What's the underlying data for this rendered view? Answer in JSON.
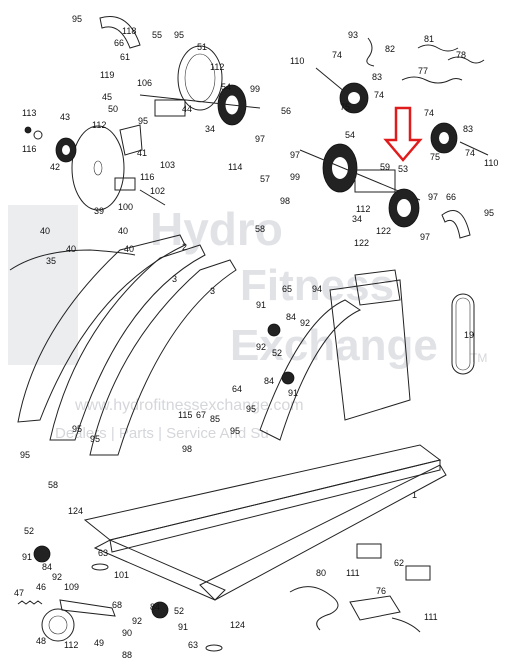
{
  "watermark": {
    "line1": "Hydro",
    "line2": "Fitness",
    "line3": "Exchange",
    "tm": "TM",
    "url": "www.hydrofitnessexchange.com",
    "tagline": "Dealers | Parts | Service And Su"
  },
  "callouts": [
    {
      "id": "95a",
      "text": "95"
    },
    {
      "id": "118",
      "text": "118"
    },
    {
      "id": "66a",
      "text": "66"
    },
    {
      "id": "61",
      "text": "61"
    },
    {
      "id": "55",
      "text": "55"
    },
    {
      "id": "95b",
      "text": "95"
    },
    {
      "id": "51",
      "text": "51"
    },
    {
      "id": "119",
      "text": "119"
    },
    {
      "id": "106",
      "text": "106"
    },
    {
      "id": "112a",
      "text": "112"
    },
    {
      "id": "45",
      "text": "45"
    },
    {
      "id": "50",
      "text": "50"
    },
    {
      "id": "95c",
      "text": "95"
    },
    {
      "id": "44",
      "text": "44"
    },
    {
      "id": "54a",
      "text": "54"
    },
    {
      "id": "99a",
      "text": "99"
    },
    {
      "id": "34a",
      "text": "34"
    },
    {
      "id": "97a",
      "text": "97"
    },
    {
      "id": "113",
      "text": "113"
    },
    {
      "id": "43",
      "text": "43"
    },
    {
      "id": "112b",
      "text": "112"
    },
    {
      "id": "116a",
      "text": "116"
    },
    {
      "id": "41",
      "text": "41"
    },
    {
      "id": "42",
      "text": "42"
    },
    {
      "id": "103",
      "text": "103"
    },
    {
      "id": "39",
      "text": "39"
    },
    {
      "id": "116b",
      "text": "116"
    },
    {
      "id": "100",
      "text": "100"
    },
    {
      "id": "102",
      "text": "102"
    },
    {
      "id": "93",
      "text": "93"
    },
    {
      "id": "82",
      "text": "82"
    },
    {
      "id": "81",
      "text": "81"
    },
    {
      "id": "78",
      "text": "78"
    },
    {
      "id": "77",
      "text": "77"
    },
    {
      "id": "110a",
      "text": "110"
    },
    {
      "id": "74a",
      "text": "74"
    },
    {
      "id": "83a",
      "text": "83"
    },
    {
      "id": "75a",
      "text": "75"
    },
    {
      "id": "74b",
      "text": "74"
    },
    {
      "id": "56",
      "text": "56"
    },
    {
      "id": "74c",
      "text": "74"
    },
    {
      "id": "83b",
      "text": "83"
    },
    {
      "id": "75b",
      "text": "75"
    },
    {
      "id": "74d",
      "text": "74"
    },
    {
      "id": "110b",
      "text": "110"
    },
    {
      "id": "97b",
      "text": "97"
    },
    {
      "id": "54b",
      "text": "54"
    },
    {
      "id": "53",
      "text": "53"
    },
    {
      "id": "59",
      "text": "59"
    },
    {
      "id": "99b",
      "text": "99"
    },
    {
      "id": "114",
      "text": "114"
    },
    {
      "id": "57",
      "text": "57"
    },
    {
      "id": "98a",
      "text": "98"
    },
    {
      "id": "34b",
      "text": "34"
    },
    {
      "id": "112c",
      "text": "112"
    },
    {
      "id": "97c",
      "text": "97"
    },
    {
      "id": "66b",
      "text": "66"
    },
    {
      "id": "97d",
      "text": "97"
    },
    {
      "id": "95d",
      "text": "95"
    },
    {
      "id": "40a",
      "text": "40"
    },
    {
      "id": "40b",
      "text": "40"
    },
    {
      "id": "40c",
      "text": "40"
    },
    {
      "id": "40d",
      "text": "40"
    },
    {
      "id": "35",
      "text": "35"
    },
    {
      "id": "2",
      "text": "2"
    },
    {
      "id": "58a",
      "text": "58"
    },
    {
      "id": "122a",
      "text": "122"
    },
    {
      "id": "122b",
      "text": "122"
    },
    {
      "id": "3a",
      "text": "3"
    },
    {
      "id": "3b",
      "text": "3"
    },
    {
      "id": "65",
      "text": "65"
    },
    {
      "id": "94",
      "text": "94"
    },
    {
      "id": "91a",
      "text": "91"
    },
    {
      "id": "84a",
      "text": "84"
    },
    {
      "id": "92a",
      "text": "92"
    },
    {
      "id": "52a",
      "text": "52"
    },
    {
      "id": "92b",
      "text": "92"
    },
    {
      "id": "84b",
      "text": "84"
    },
    {
      "id": "91b",
      "text": "91"
    },
    {
      "id": "19",
      "text": "19"
    },
    {
      "id": "64",
      "text": "64"
    },
    {
      "id": "95e",
      "text": "95"
    },
    {
      "id": "115",
      "text": "115"
    },
    {
      "id": "67",
      "text": "67"
    },
    {
      "id": "85",
      "text": "85"
    },
    {
      "id": "95f",
      "text": "95"
    },
    {
      "id": "98b",
      "text": "98"
    },
    {
      "id": "95g",
      "text": "95"
    },
    {
      "id": "95h",
      "text": "95"
    },
    {
      "id": "95i",
      "text": "95"
    },
    {
      "id": "58b",
      "text": "58"
    },
    {
      "id": "1",
      "text": "1"
    },
    {
      "id": "52b",
      "text": "52"
    },
    {
      "id": "91c",
      "text": "91"
    },
    {
      "id": "84c",
      "text": "84"
    },
    {
      "id": "63a",
      "text": "63"
    },
    {
      "id": "92c",
      "text": "92"
    },
    {
      "id": "109",
      "text": "109"
    },
    {
      "id": "101",
      "text": "101"
    },
    {
      "id": "47",
      "text": "47"
    },
    {
      "id": "46",
      "text": "46"
    },
    {
      "id": "68",
      "text": "68"
    },
    {
      "id": "92d",
      "text": "92"
    },
    {
      "id": "84d",
      "text": "84"
    },
    {
      "id": "52c",
      "text": "52"
    },
    {
      "id": "91d",
      "text": "91"
    },
    {
      "id": "48",
      "text": "48"
    },
    {
      "id": "112d",
      "text": "112"
    },
    {
      "id": "49",
      "text": "49"
    },
    {
      "id": "90",
      "text": "90"
    },
    {
      "id": "88",
      "text": "88"
    },
    {
      "id": "63b",
      "text": "63"
    },
    {
      "id": "124a",
      "text": "124"
    },
    {
      "id": "124b",
      "text": "124"
    },
    {
      "id": "80",
      "text": "80"
    },
    {
      "id": "76",
      "text": "76"
    },
    {
      "id": "62",
      "text": "62"
    },
    {
      "id": "111a",
      "text": "111"
    },
    {
      "id": "111b",
      "text": "111"
    }
  ]
}
